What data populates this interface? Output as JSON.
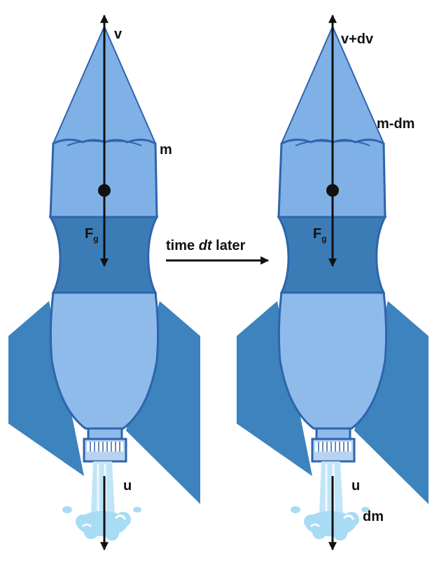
{
  "colors": {
    "fin": "#3d83bd",
    "cone": "#7fb1e6",
    "body_upper": "#7fb1e6",
    "body_middle": "#3b7cb6",
    "body_lower": "#8fbbeb",
    "outline": "#2f64ad",
    "cap": "#b8d2ef",
    "water": "#bfe5f7",
    "splash": "#a8dbf4",
    "arrow": "#111111"
  },
  "icons": [
    "rocket-icon",
    "water-exhaust-icon",
    "center-of-mass-dot"
  ],
  "left_rocket": {
    "velocity_label": "v",
    "mass_label": "m",
    "gravity_label": "F",
    "gravity_subscript": "g",
    "exhaust_label": "u"
  },
  "right_rocket": {
    "velocity_label": "v+dv",
    "mass_label": "m-dm",
    "gravity_label": "F",
    "gravity_subscript": "g",
    "exhaust_label": "u",
    "exhaust_mass_label": "dm"
  },
  "transition": {
    "prefix": "time ",
    "emphasis": "dt",
    "suffix": " later"
  }
}
